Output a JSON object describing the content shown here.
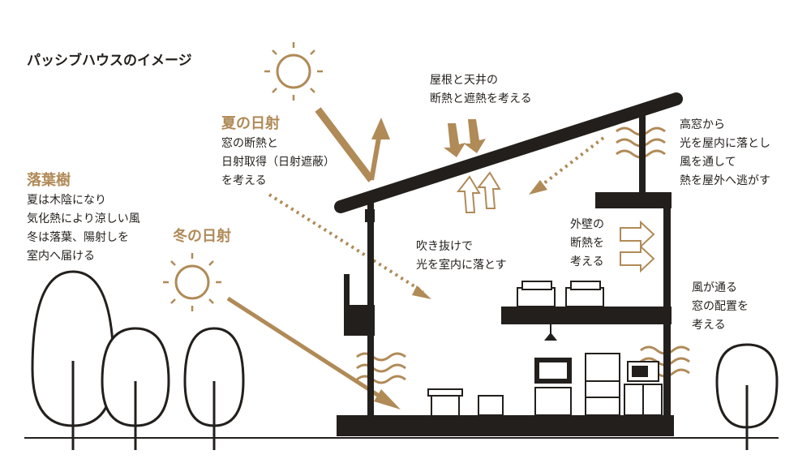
{
  "title": "パッシブハウスのイメージ",
  "colors": {
    "accent": "#b08a57",
    "ink": "#231f1c",
    "background": "#ffffff"
  },
  "labels": {
    "deciduous": {
      "heading": "落葉樹",
      "lines": [
        "夏は木陰になり",
        "気化熱により涼しい風",
        "冬は落葉、陽射しを",
        "室内へ届ける"
      ]
    },
    "summer_sun": {
      "heading": "夏の日射",
      "lines": [
        "窓の断熱と",
        "日射取得（日射遮蔽）",
        "を考える"
      ]
    },
    "winter_sun": {
      "heading": "冬の日射"
    },
    "roof_ceiling": {
      "lines": [
        "屋根と天井の",
        "断熱と遮熱を考える"
      ]
    },
    "clerestory": {
      "lines": [
        "高窓から",
        "光を屋内に落とし",
        "風を通して",
        "熱を屋外へ逃がす"
      ]
    },
    "atrium": {
      "lines": [
        "吹き抜けで",
        "光を室内に落とす"
      ]
    },
    "exterior_wall": {
      "lines": [
        "外壁の",
        "断熱を",
        "考える"
      ]
    },
    "ventilation": {
      "lines": [
        "風が通る",
        "窓の配置を",
        "考える"
      ]
    }
  }
}
